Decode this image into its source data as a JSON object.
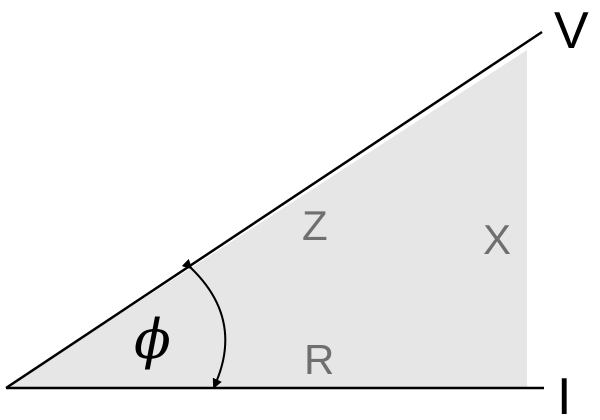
{
  "labels": {
    "voltage": "V",
    "current": "I",
    "impedance": "Z",
    "reactance": "X",
    "resistance": "R",
    "phase_angle": "ϕ"
  },
  "colors": {
    "triangle_fill": "#e6e6e6",
    "line": "#000000",
    "inner_label": "#6f6f6f"
  }
}
